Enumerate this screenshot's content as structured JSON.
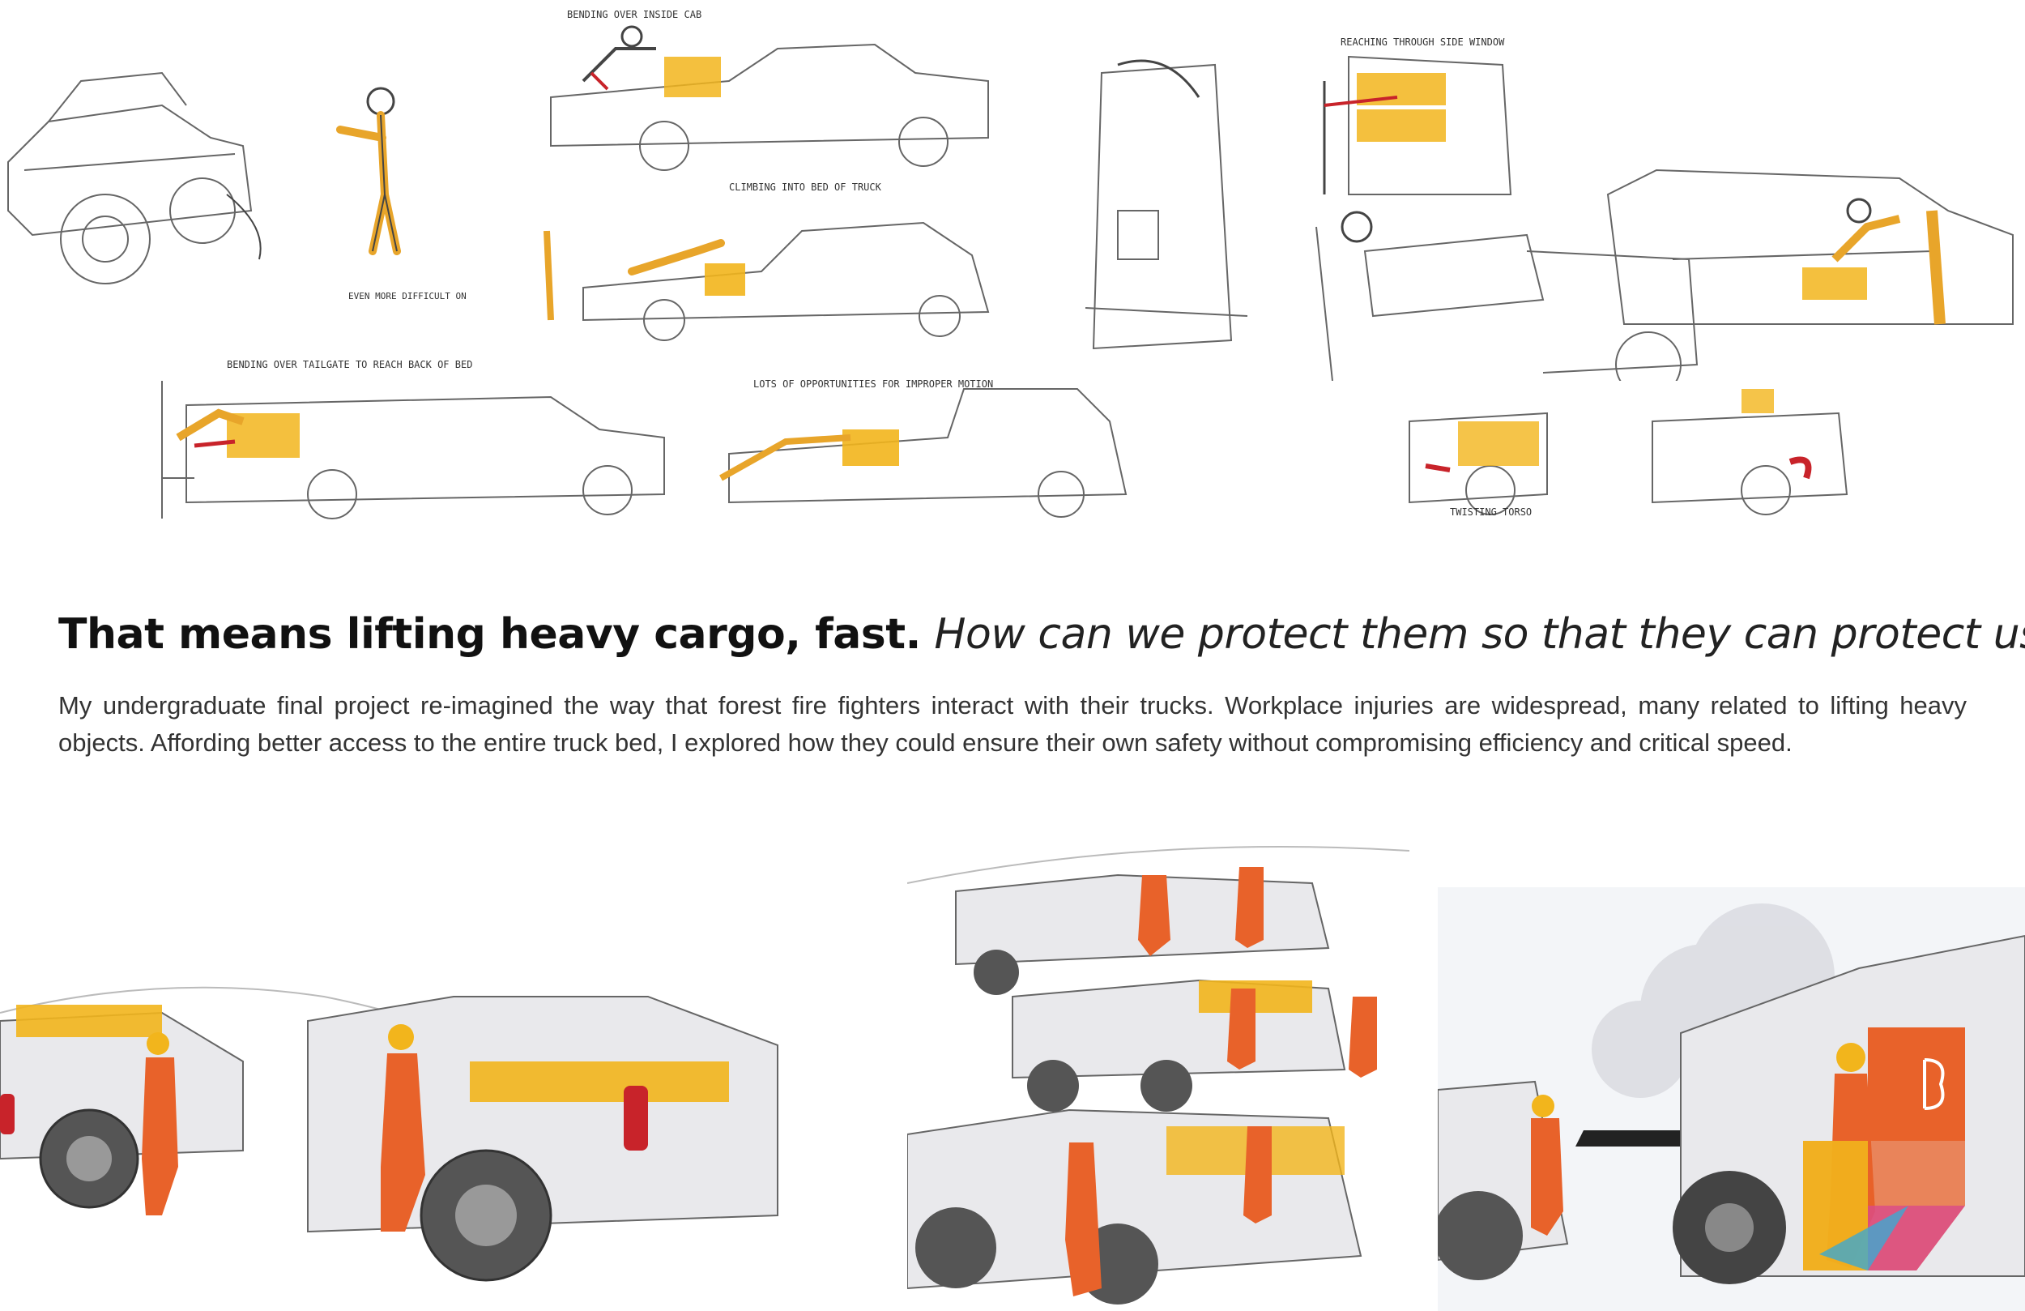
{
  "headline": {
    "bold": "That means lifting heavy cargo, fast.",
    "italic": "How can we protect them so that they can protect us?"
  },
  "body": "My undergraduate final project re-imagined the way that forest fire fighters interact with their trucks. Workplace injuries are widespread, many related to lifting heavy objects. Affording better access to the entire truck bed, I explored how they could ensure their own safety without compromising efficiency and critical speed.",
  "sketch_notes": {
    "bending_inside_cab": "BENDING OVER INSIDE CAB",
    "climbing_bed": "CLIMBING INTO BED OF TRUCK",
    "bending_tailgate": "BENDING OVER TAILGATE TO REACH BACK OF BED",
    "reaching_side_window": "REACHING THROUGH SIDE WINDOW",
    "opportunities": "LOTS OF OPPORTUNITIES FOR IMPROPER MOTION",
    "uneven_terrain": "EVEN MORE DIFFICULT ON UNEVEN TERRAIN",
    "twisting": "TWISTING TORSO"
  },
  "colors": {
    "accent_orange": "#e8622a",
    "accent_yellow": "#f2b51c",
    "sketch_line": "#555555",
    "brake_red": "#c8232a"
  }
}
